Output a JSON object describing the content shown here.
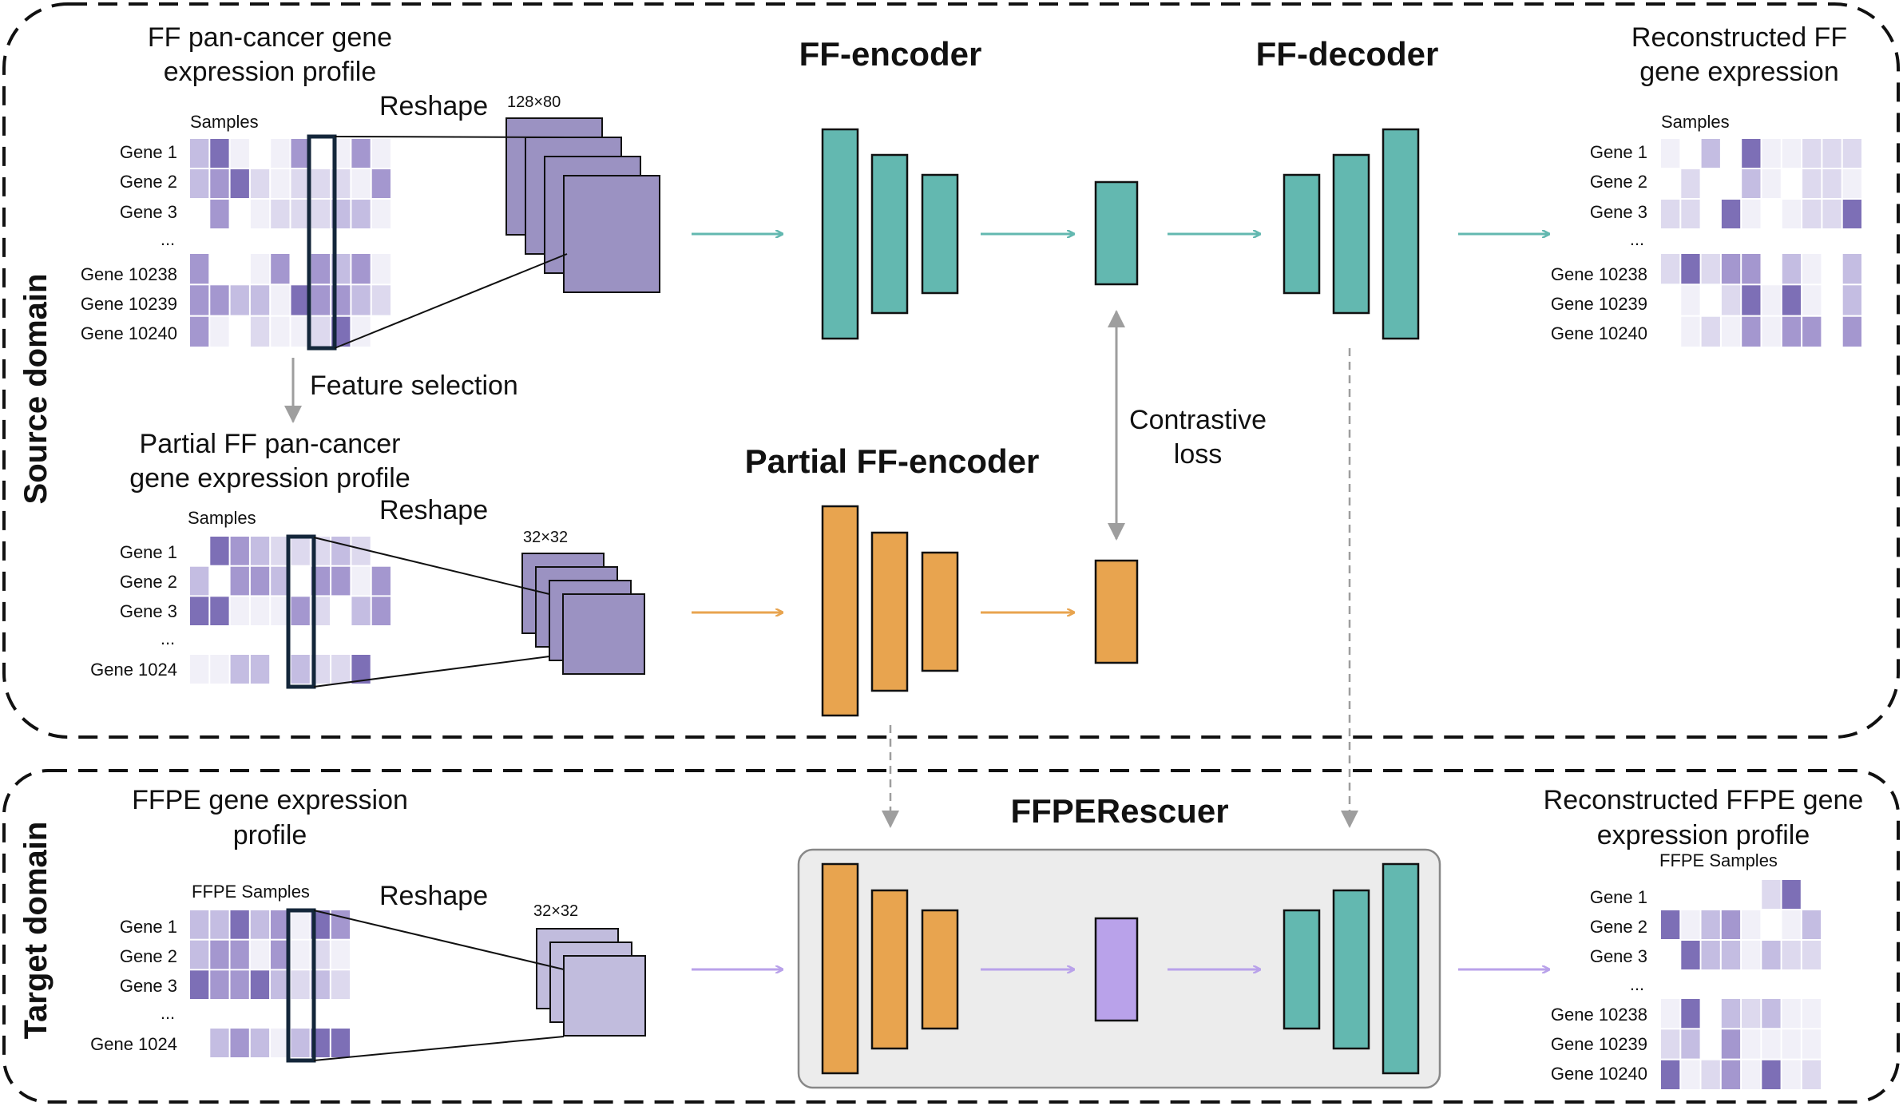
{
  "domains": {
    "source": "Source domain",
    "target": "Target domain"
  },
  "colors": {
    "teal": "#63b8b0",
    "orange": "#e8a44f",
    "violet_latent": "#b9a2ea",
    "purple_stack": "#9b92c2",
    "light_stack": "#c1bcdd",
    "arrow_teal": "#63b8b0",
    "arrow_orange": "#e8a44f",
    "arrow_violet": "#b9a2ea",
    "gray": "#9e9e9e",
    "heat_levels": [
      "#ffffff",
      "#f1f0f8",
      "#ddd9ee",
      "#c4bde2",
      "#a497cf",
      "#7d6fb6"
    ]
  },
  "top_left": {
    "title_line1": "FF pan-cancer gene",
    "title_line2": "expression profile",
    "samples": "Samples",
    "reshape": "Reshape",
    "dims": "128×80",
    "genes": [
      "Gene 1",
      "Gene 2",
      "Gene 3",
      "...",
      "Gene 10238",
      "Gene 10239",
      "Gene 10240"
    ]
  },
  "feature_selection": "Feature selection",
  "mid_left": {
    "title_line1": "Partial FF pan-cancer",
    "title_line2": "gene expression profile",
    "samples": "Samples",
    "reshape": "Reshape",
    "dims": "32×32",
    "genes": [
      "Gene 1",
      "Gene 2",
      "Gene 3",
      "...",
      "Gene 1024"
    ]
  },
  "bottom_left": {
    "title_line1": "FFPE gene expression",
    "title_line2": "profile",
    "samples": "FFPE Samples",
    "reshape": "Reshape",
    "dims": "32×32",
    "genes": [
      "Gene 1",
      "Gene 2",
      "Gene 3",
      "...",
      "Gene 1024"
    ]
  },
  "modules": {
    "ff_encoder": "FF-encoder",
    "ff_decoder": "FF-decoder",
    "partial_ff_encoder": "Partial FF-encoder",
    "ffpe_rescuer": "FFPERescuer"
  },
  "contrastive_line1": "Contrastive",
  "contrastive_line2": "loss",
  "top_right": {
    "title_line1": "Reconstructed FF",
    "title_line2": "gene expression",
    "samples": "Samples",
    "genes": [
      "Gene 1",
      "Gene 2",
      "Gene 3",
      "...",
      "Gene 10238",
      "Gene 10239",
      "Gene 10240"
    ]
  },
  "bottom_right": {
    "title_line1": "Reconstructed FFPE gene",
    "title_line2": "expression profile",
    "samples": "FFPE Samples",
    "genes": [
      "Gene 1",
      "Gene 2",
      "Gene 3",
      "...",
      "Gene 10238",
      "Gene 10239",
      "Gene 10240"
    ]
  }
}
